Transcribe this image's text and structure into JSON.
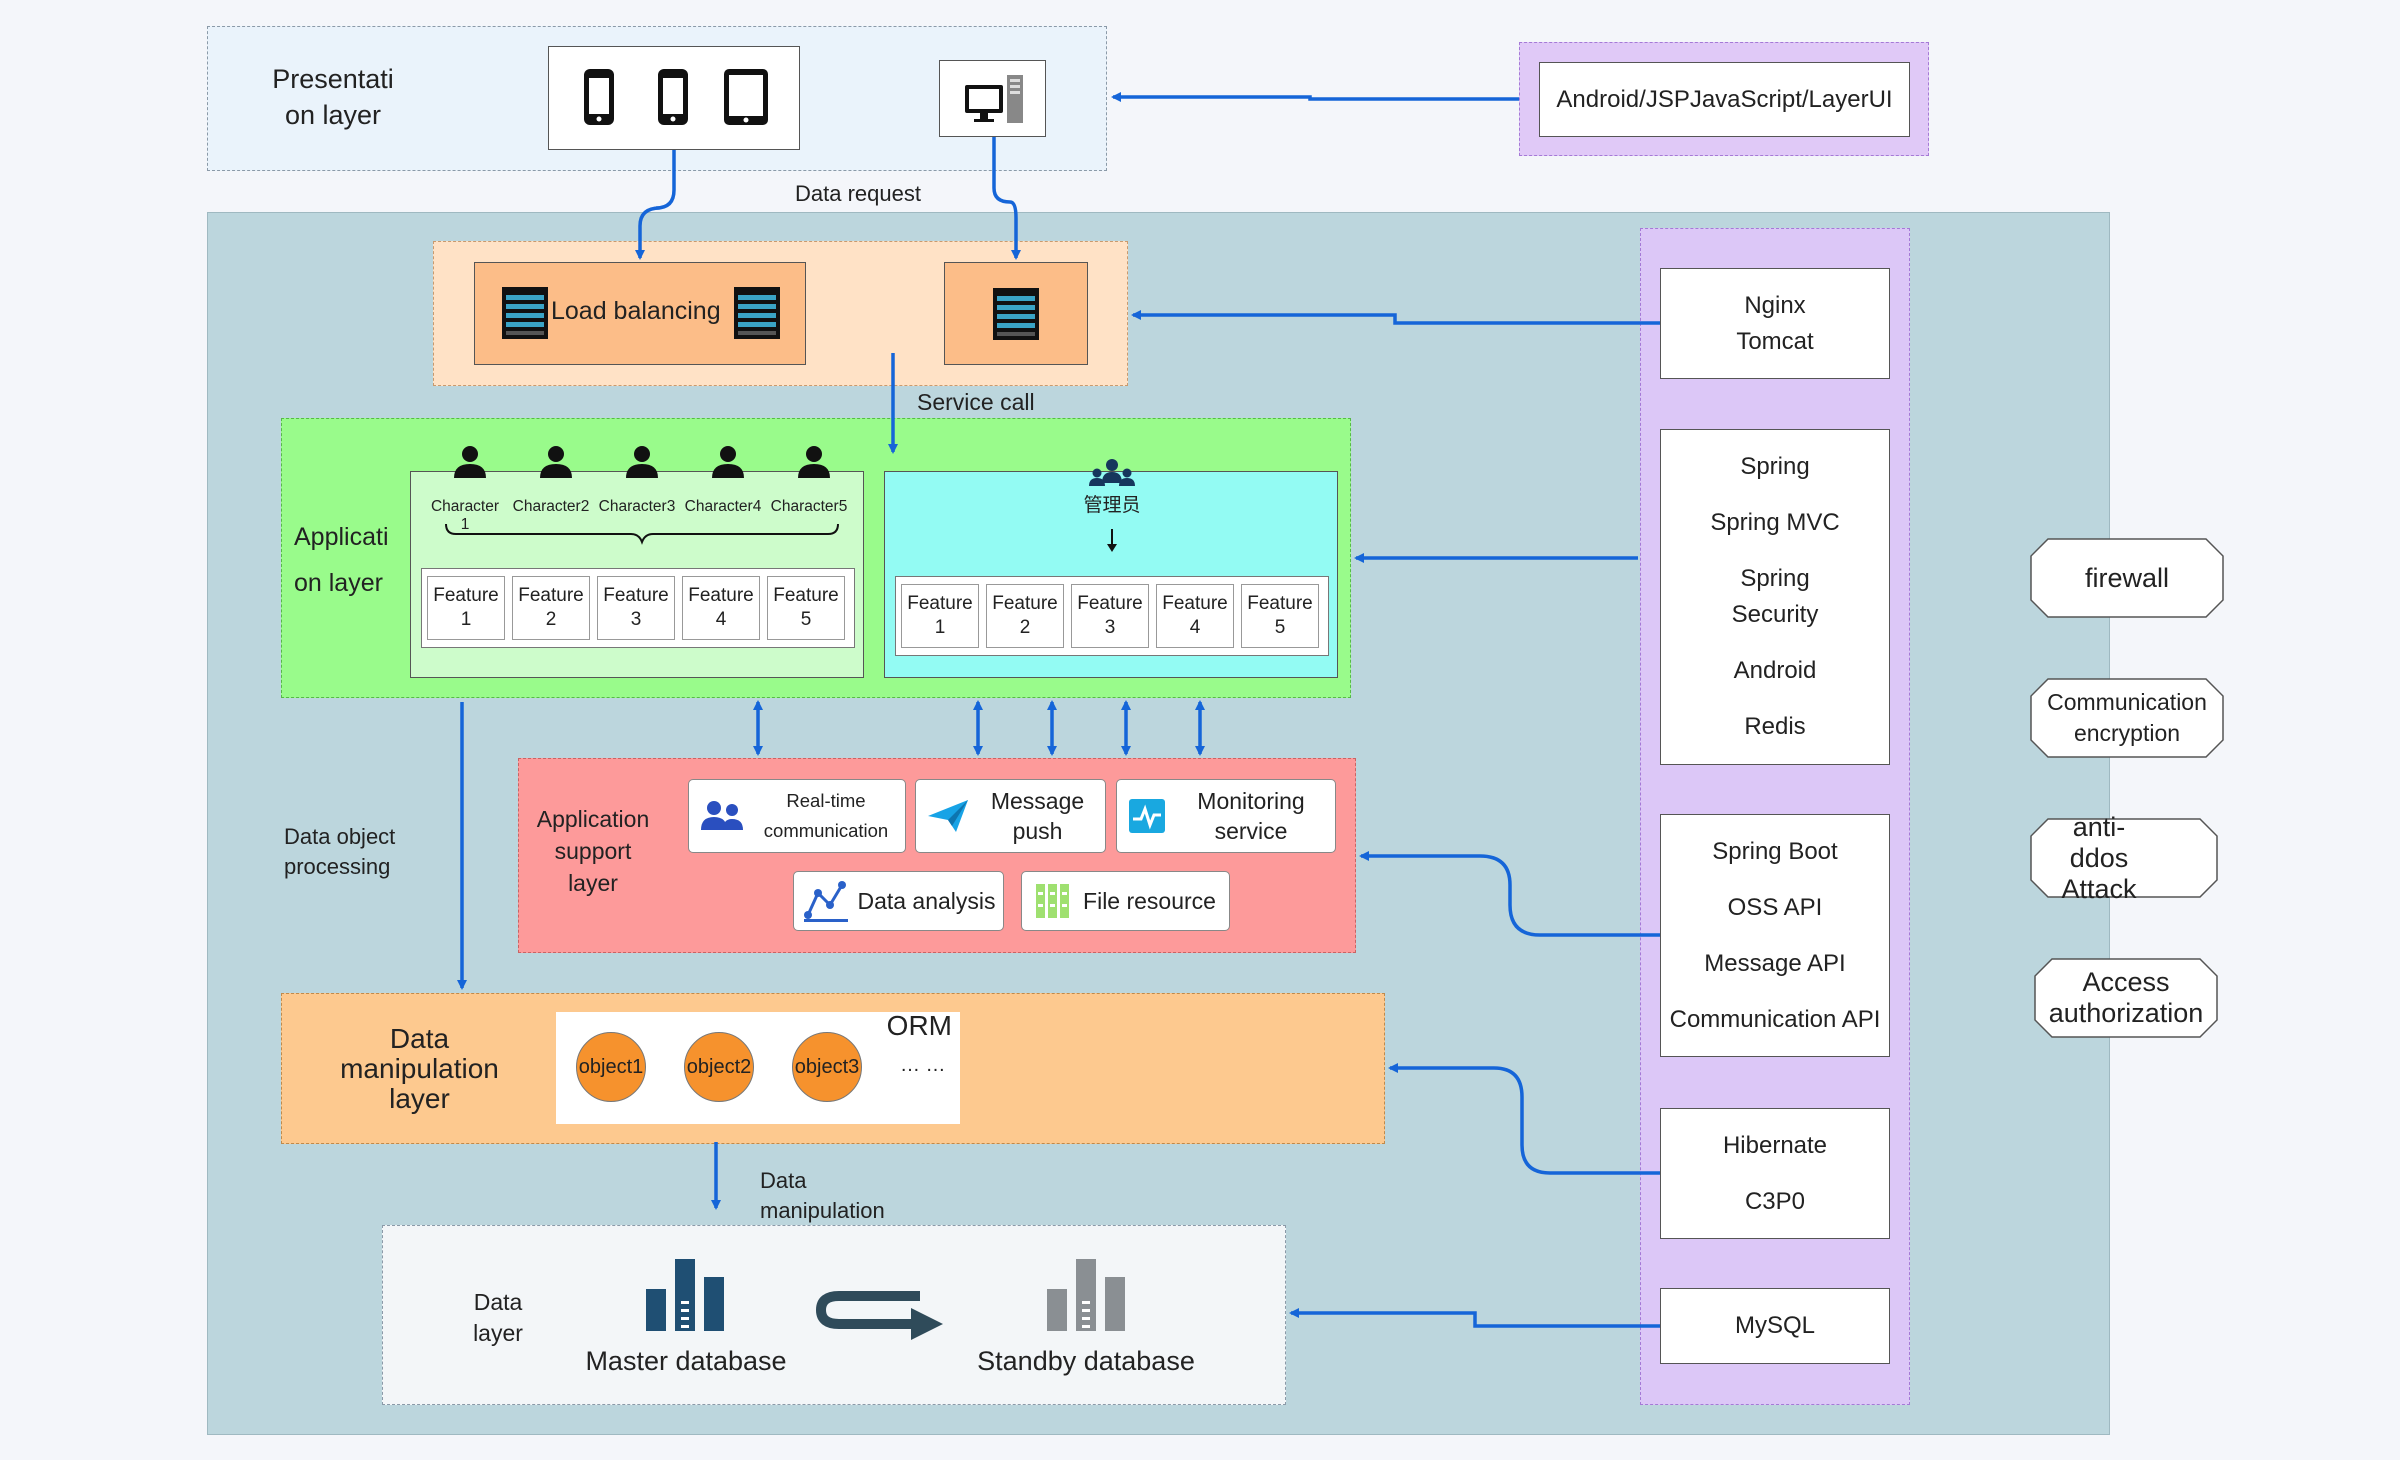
{
  "presentation": {
    "label": "Presentati on layer"
  },
  "tech_top": {
    "label": "Android/JSPJavaScript/LayerUI"
  },
  "edges": {
    "data_request": "Data request",
    "service_call": "Service call",
    "data_object_processing": "Data object processing",
    "data_manipulation": "Data manipulation"
  },
  "load_balancing": {
    "label": "Load balancing"
  },
  "application": {
    "label": "Applicati on layer",
    "characters": [
      "Character 1",
      "Character2",
      "Character3",
      "Character4",
      "Character5"
    ],
    "features_left": [
      "Feature 1",
      "Feature 2",
      "Feature 3",
      "Feature 4",
      "Feature 5"
    ],
    "admin_label": "管理员",
    "features_right": [
      "Feature 1",
      "Feature 2",
      "Feature 3",
      "Feature 4",
      "Feature 5"
    ]
  },
  "support": {
    "label": "Application support layer",
    "items": {
      "realtime": "Real-time communication",
      "push": "Message push",
      "monitoring": "Monitoring service",
      "analysis": "Data analysis",
      "file": "File resource"
    }
  },
  "data_manipulation_layer": {
    "label": "Data manipulation layer",
    "orm_label": "ORM",
    "objects": [
      "object1",
      "object2",
      "object3"
    ],
    "more": "… …"
  },
  "data_layer": {
    "label": "Data layer",
    "master": "Master database",
    "standby": "Standby database"
  },
  "tech_stack": {
    "web_server": [
      "Nginx",
      "Tomcat"
    ],
    "framework": [
      "Spring",
      "Spring MVC",
      "Spring Security",
      "Android",
      "Redis"
    ],
    "services": [
      "Spring Boot",
      "OSS API",
      "Message API",
      "Communication API"
    ],
    "orm": [
      "Hibernate",
      "C3P0"
    ],
    "database": [
      "MySQL"
    ]
  },
  "security": [
    "firewall",
    "Communication encryption",
    "anti-ddos Attack",
    "Access authorization"
  ],
  "colors": {
    "arrow": "#1565d8",
    "application_zone": "#99fb8b",
    "support_zone": "#fd9a9a",
    "data_manipulation_zone": "#fdc98f",
    "tech_column": "#dcc7f7",
    "main_background": "#bcd6dd"
  }
}
